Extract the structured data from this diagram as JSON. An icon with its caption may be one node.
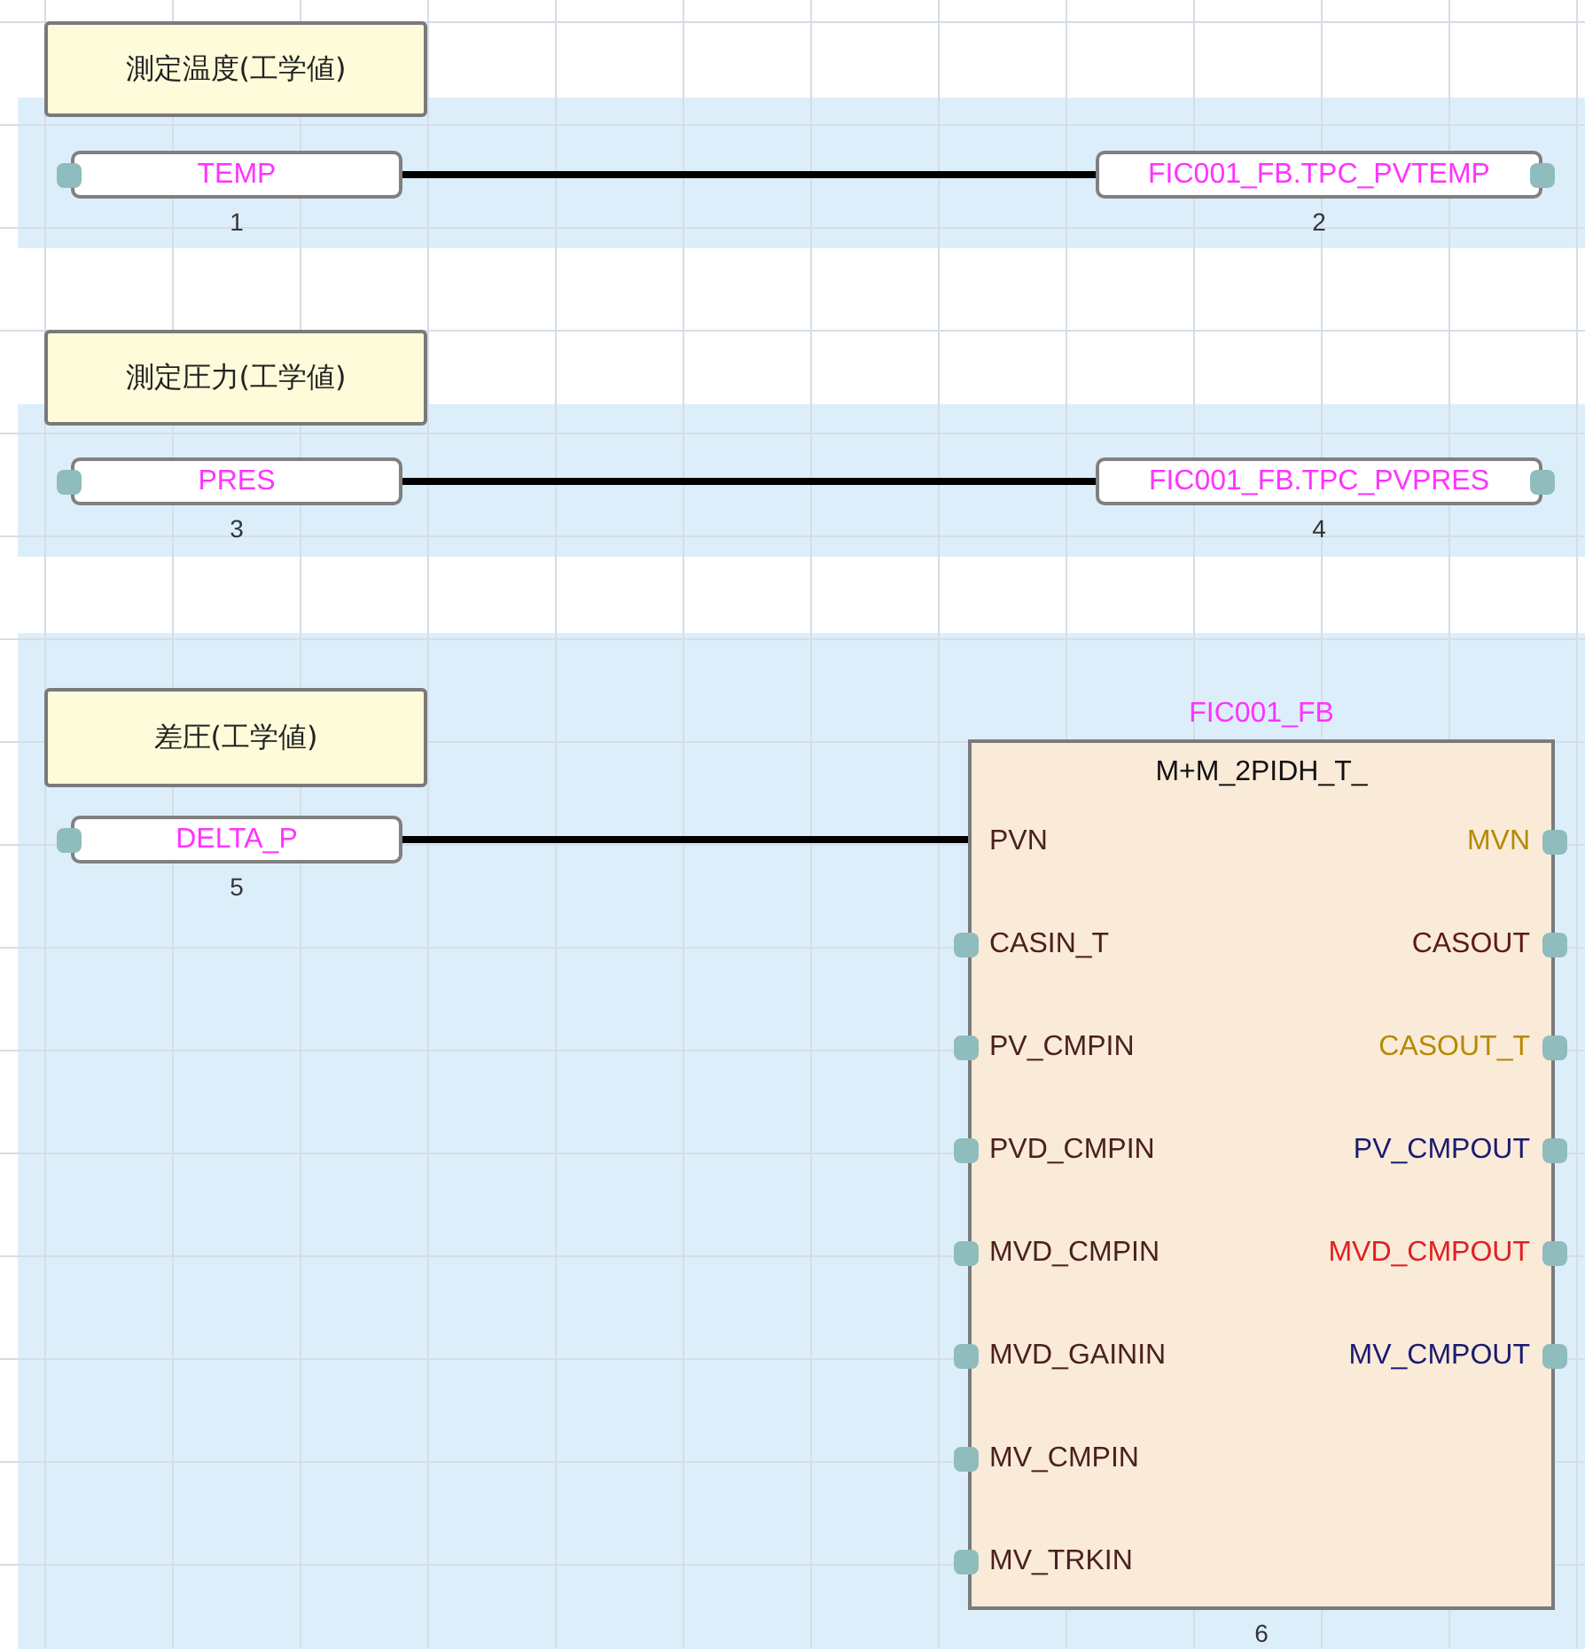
{
  "diagram": {
    "nodes": [
      {
        "text": [
          "測定温度(工学値)"
        ]
      },
      {
        "text": [
          "TEMP"
        ],
        "beside": [
          "1"
        ]
      },
      {
        "text": [
          "FIC001_FB.TPC_PVTEMP"
        ],
        "beside": [
          "2"
        ]
      },
      {
        "text": [
          "測定圧力(工学値)"
        ]
      },
      {
        "text": [
          "PRES"
        ],
        "beside": [
          "3"
        ]
      },
      {
        "text": [
          "FIC001_FB.TPC_PVPRES"
        ],
        "beside": [
          "4"
        ]
      },
      {
        "text": [
          "差圧(工学値)"
        ]
      },
      {
        "text": [
          "DELTA_P"
        ],
        "beside": [
          "5"
        ]
      },
      {
        "text": [
          "M+M_2PIDH_T_"
        ],
        "beside": [
          "FIC001_FB",
          "6"
        ]
      },
      {
        "text": [
          "PVN"
        ],
        "in": 8
      },
      {
        "text": [
          "MVN"
        ],
        "in": 8
      },
      {
        "text": [
          "CASIN_T"
        ],
        "in": 8
      },
      {
        "text": [
          "CASOUT"
        ],
        "in": 8
      },
      {
        "text": [
          "PV_CMPIN"
        ],
        "in": 8
      },
      {
        "text": [
          "CASOUT_T"
        ],
        "in": 8
      },
      {
        "text": [
          "PVD_CMPIN"
        ],
        "in": 8
      },
      {
        "text": [
          "PV_CMPOUT"
        ],
        "in": 8
      },
      {
        "text": [
          "MVD_CMPIN"
        ],
        "in": 8
      },
      {
        "text": [
          "MVD_CMPOUT"
        ],
        "in": 8
      },
      {
        "text": [
          "MVD_GAININ"
        ],
        "in": 8
      },
      {
        "text": [
          "MV_CMPOUT"
        ],
        "in": 8
      },
      {
        "text": [
          "MV_CMPIN"
        ],
        "in": 8
      },
      {
        "text": [
          "MV_TRKIN"
        ],
        "in": 8
      }
    ],
    "edges": [
      {
        "from": 1,
        "to": 2,
        "arrow": "none"
      },
      {
        "from": 4,
        "to": 5,
        "arrow": "none"
      },
      {
        "from": 7,
        "to": 9,
        "arrow": "none"
      }
    ]
  }
}
